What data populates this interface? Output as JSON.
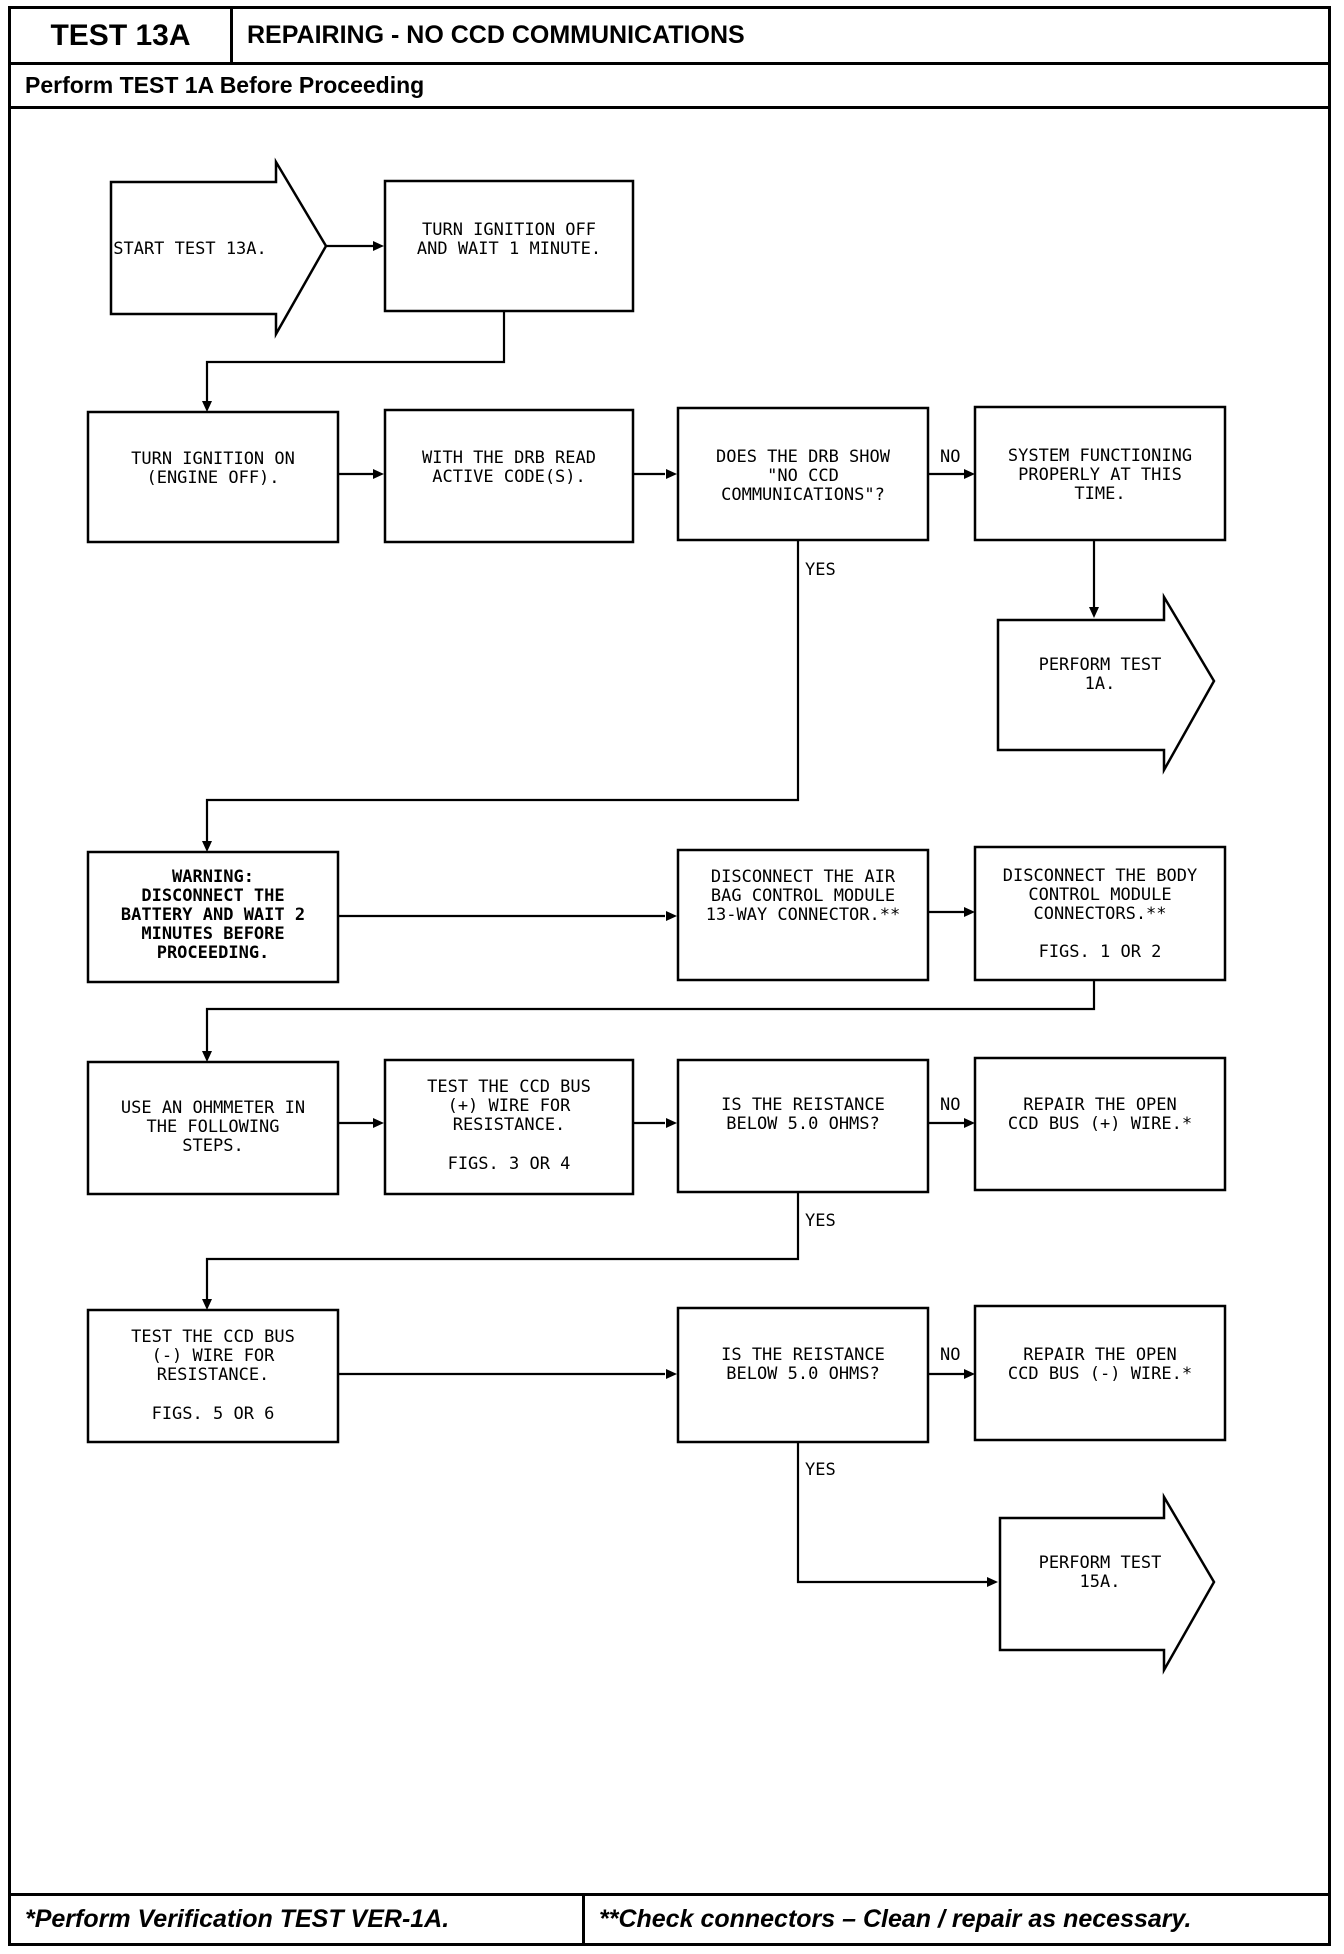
{
  "header": {
    "test_id": "TEST 13A",
    "title": "REPAIRING - NO CCD COMMUNICATIONS",
    "subtitle": "Perform TEST 1A Before Proceeding"
  },
  "footer": {
    "left": "*Perform Verification TEST VER-1A.",
    "right": "**Check connectors – Clean / repair as necessary."
  },
  "flow": {
    "start": [
      "START TEST 13A."
    ],
    "ign_off": [
      "TURN IGNITION OFF",
      "AND WAIT 1 MINUTE."
    ],
    "ign_on": [
      "TURN IGNITION ON",
      "(ENGINE OFF)."
    ],
    "drb_read": [
      "WITH THE DRB READ",
      "ACTIVE CODE(S)."
    ],
    "drb_show": [
      "DOES THE DRB SHOW",
      "\"NO CCD",
      "COMMUNICATIONS\"?"
    ],
    "sys_ok": [
      "SYSTEM FUNCTIONING",
      "PROPERLY AT THIS",
      "TIME."
    ],
    "perform_1a": [
      "PERFORM TEST",
      "1A."
    ],
    "warning": [
      "WARNING:",
      "DISCONNECT THE",
      "BATTERY AND WAIT 2",
      "MINUTES BEFORE",
      "PROCEEDING."
    ],
    "disc_airbag": [
      "DISCONNECT THE AIR",
      "BAG CONTROL MODULE",
      "13-WAY CONNECTOR.**"
    ],
    "disc_body": [
      "DISCONNECT THE BODY",
      "CONTROL MODULE",
      "CONNECTORS.**"
    ],
    "disc_body_fig": "FIGS. 1 OR 2",
    "ohmmeter": [
      "USE AN OHMMETER IN",
      "THE FOLLOWING",
      "STEPS."
    ],
    "test_plus": [
      "TEST THE CCD BUS",
      "(+) WIRE FOR",
      "RESISTANCE."
    ],
    "test_plus_fig": "FIGS. 3 OR 4",
    "res_q1": [
      "IS THE REISTANCE",
      "BELOW 5.0 OHMS?"
    ],
    "repair_plus": [
      "REPAIR THE OPEN",
      "CCD BUS (+) WIRE.*"
    ],
    "test_minus": [
      "TEST THE CCD BUS",
      "(-) WIRE FOR",
      "RESISTANCE."
    ],
    "test_minus_fig": "FIGS. 5 OR 6",
    "res_q2": [
      "IS THE REISTANCE",
      "BELOW 5.0 OHMS?"
    ],
    "repair_minus": [
      "REPAIR THE OPEN",
      "CCD BUS (-) WIRE.*"
    ],
    "perform_15a": [
      "PERFORM TEST",
      "15A."
    ]
  },
  "labels": {
    "no": "NO",
    "yes": "YES"
  }
}
